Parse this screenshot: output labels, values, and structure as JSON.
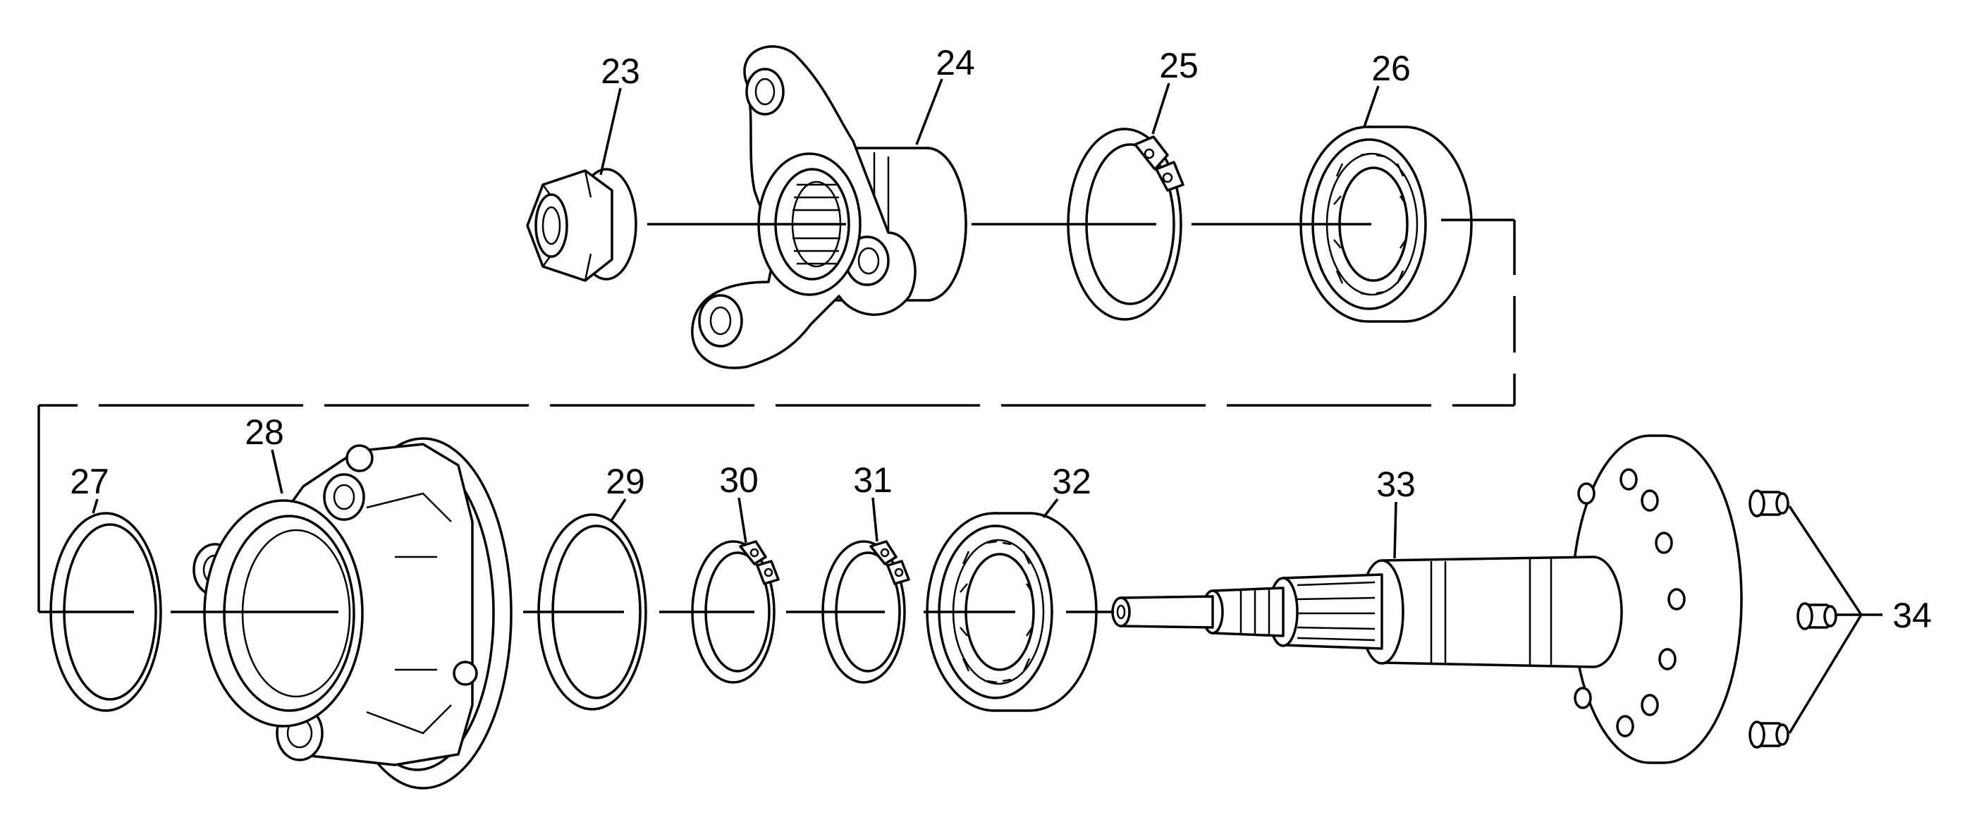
{
  "labels": {
    "p23": "23",
    "p24": "24",
    "p25": "25",
    "p26": "26",
    "p27": "27",
    "p28": "28",
    "p29": "29",
    "p30": "30",
    "p31": "31",
    "p32": "32",
    "p33": "33",
    "p34": "34"
  }
}
